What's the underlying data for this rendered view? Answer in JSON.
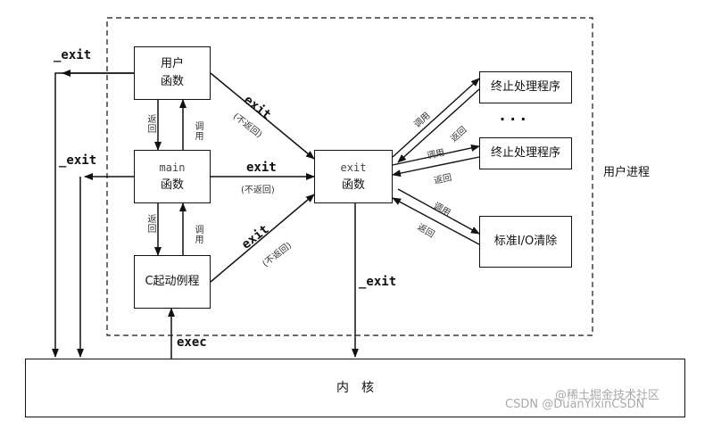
{
  "boxes": {
    "user_func": [
      "用户",
      "函数"
    ],
    "main_func": [
      "main",
      "函数"
    ],
    "c_startup": "C起动例程",
    "exit_func": [
      "exit",
      "函数"
    ],
    "handler_1": "终止处理程序",
    "handler_2": "终止处理程序",
    "io_cleanup": "标准I/O清除",
    "kernel": "内　核"
  },
  "labels": {
    "exit_kw": "exit",
    "no_return": "(不返回)",
    "underscore_exit": "_exit",
    "exec": "exec",
    "return": "返回",
    "call": "调用",
    "ellipsis": "·  ·  ·",
    "user_process": "用户进程"
  },
  "watermark": {
    "left": "CSDN @DuanYixinCSDN",
    "right": "@稀土掘金技术社区"
  }
}
